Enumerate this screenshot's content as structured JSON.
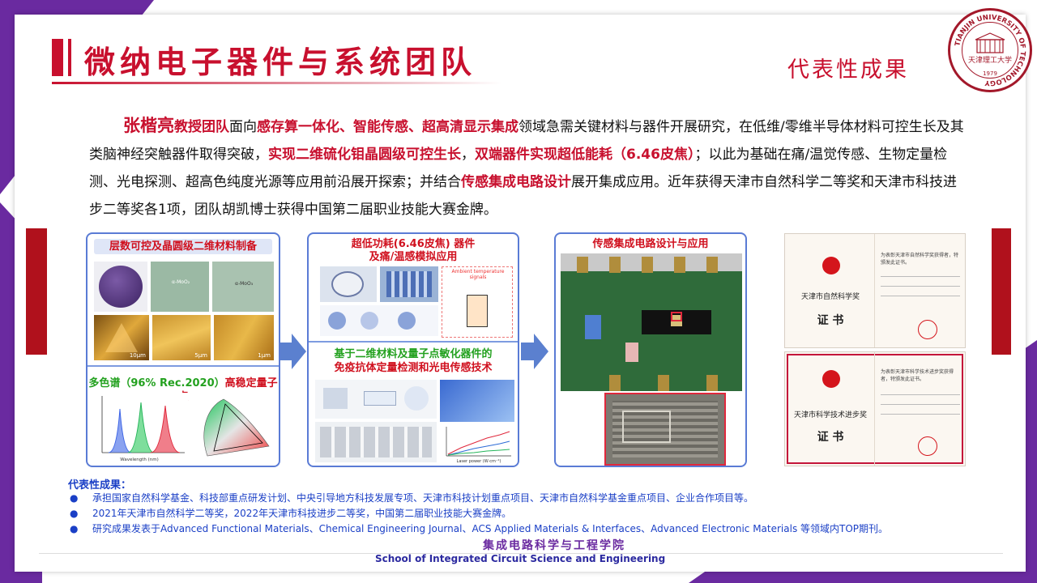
{
  "header": {
    "title": "微纳电子器件与系统团队",
    "section_label": "代表性成果"
  },
  "seal": {
    "ring_text": "TIANJIN UNIVERSITY OF TECHNOLOGY",
    "center_text": "天津理工大学",
    "year": "1979"
  },
  "intro": {
    "name": "张楷亮",
    "team": "教授团队",
    "t1": "面向",
    "h1": "感存算一体化、智能传感、超高清显示集成",
    "t2": "领域急需关键材料与器件开展研究，在低维/零维半导体材料可控生长及其类脑神经突触器件取得突破，",
    "h2": "实现二维硫化钼晶圆级可控生长",
    "t3": "，",
    "h3": "双端器件实现超低能耗（6.46皮焦）",
    "t4": "；以此为基础在痛/温觉传感、生物定量检测、光电探测、超高色纯度光源等应用前沿展开探索；并结合",
    "h4": "传感集成电路设计",
    "t5": "展开集成应用。近年获得天津市自然科学二等奖和天津市科技进步二等奖各1项，团队胡凯博士获得中国第二届职业技能大赛金牌。"
  },
  "panel1": {
    "heading_red": "层数可控及晶圆级二维材料制备",
    "sub_green": "多色谱（96% Rec.2020）",
    "sub_red": "高稳定量子点",
    "labels": [
      "α-MoO₂",
      "α-MoO₃",
      "10μm",
      "5μm",
      "1μm",
      "Wavelength (nm)"
    ]
  },
  "panel2": {
    "heading_red": "超低功耗(6.46皮焦) 器件",
    "heading_red2": "及痛/温感模拟应用",
    "sub_green": "基于二维材料及量子点敏化器件的",
    "sub_red": "免疫抗体定量检测和光电传感技术",
    "labels": [
      "Ambient temperature signals",
      "Laser power (W·cm⁻²)"
    ]
  },
  "panel3": {
    "heading_red": "传感集成电路设计与应用"
  },
  "certs": [
    {
      "award": "天津市自然科学奖",
      "word": "证 书",
      "line": "为表彰天津市自然科学奖获得者，特颁发此证书。"
    },
    {
      "award": "天津市科学技术进步奖",
      "word": "证 书",
      "line": "为表彰天津市科学技术进步奖获得者，特颁发此证书。"
    }
  ],
  "achievements": {
    "heading": "代表性成果：",
    "items": [
      "承担国家自然科学基金、科技部重点研发计划、中央引导地方科技发展专项、天津市科技计划重点项目、天津市自然科学基金重点项目、企业合作项目等。",
      "2021年天津市自然科学二等奖，2022年天津市科技进步二等奖，中国第二届职业技能大赛金牌。",
      "研究成果发表于Advanced Functional Materials、Chemical Engineering Journal、ACS Applied Materials & Interfaces、Advanced Electronic Materials 等领域内TOP期刊。"
    ]
  },
  "footer": {
    "school_cn": "集成电路科学与工程学院",
    "school_en": "School of Integrated Circuit Science and Engineering"
  },
  "colors": {
    "accent_red": "#c8102e",
    "purple": "#6a2aa0",
    "blue_text": "#1a3fc6"
  }
}
